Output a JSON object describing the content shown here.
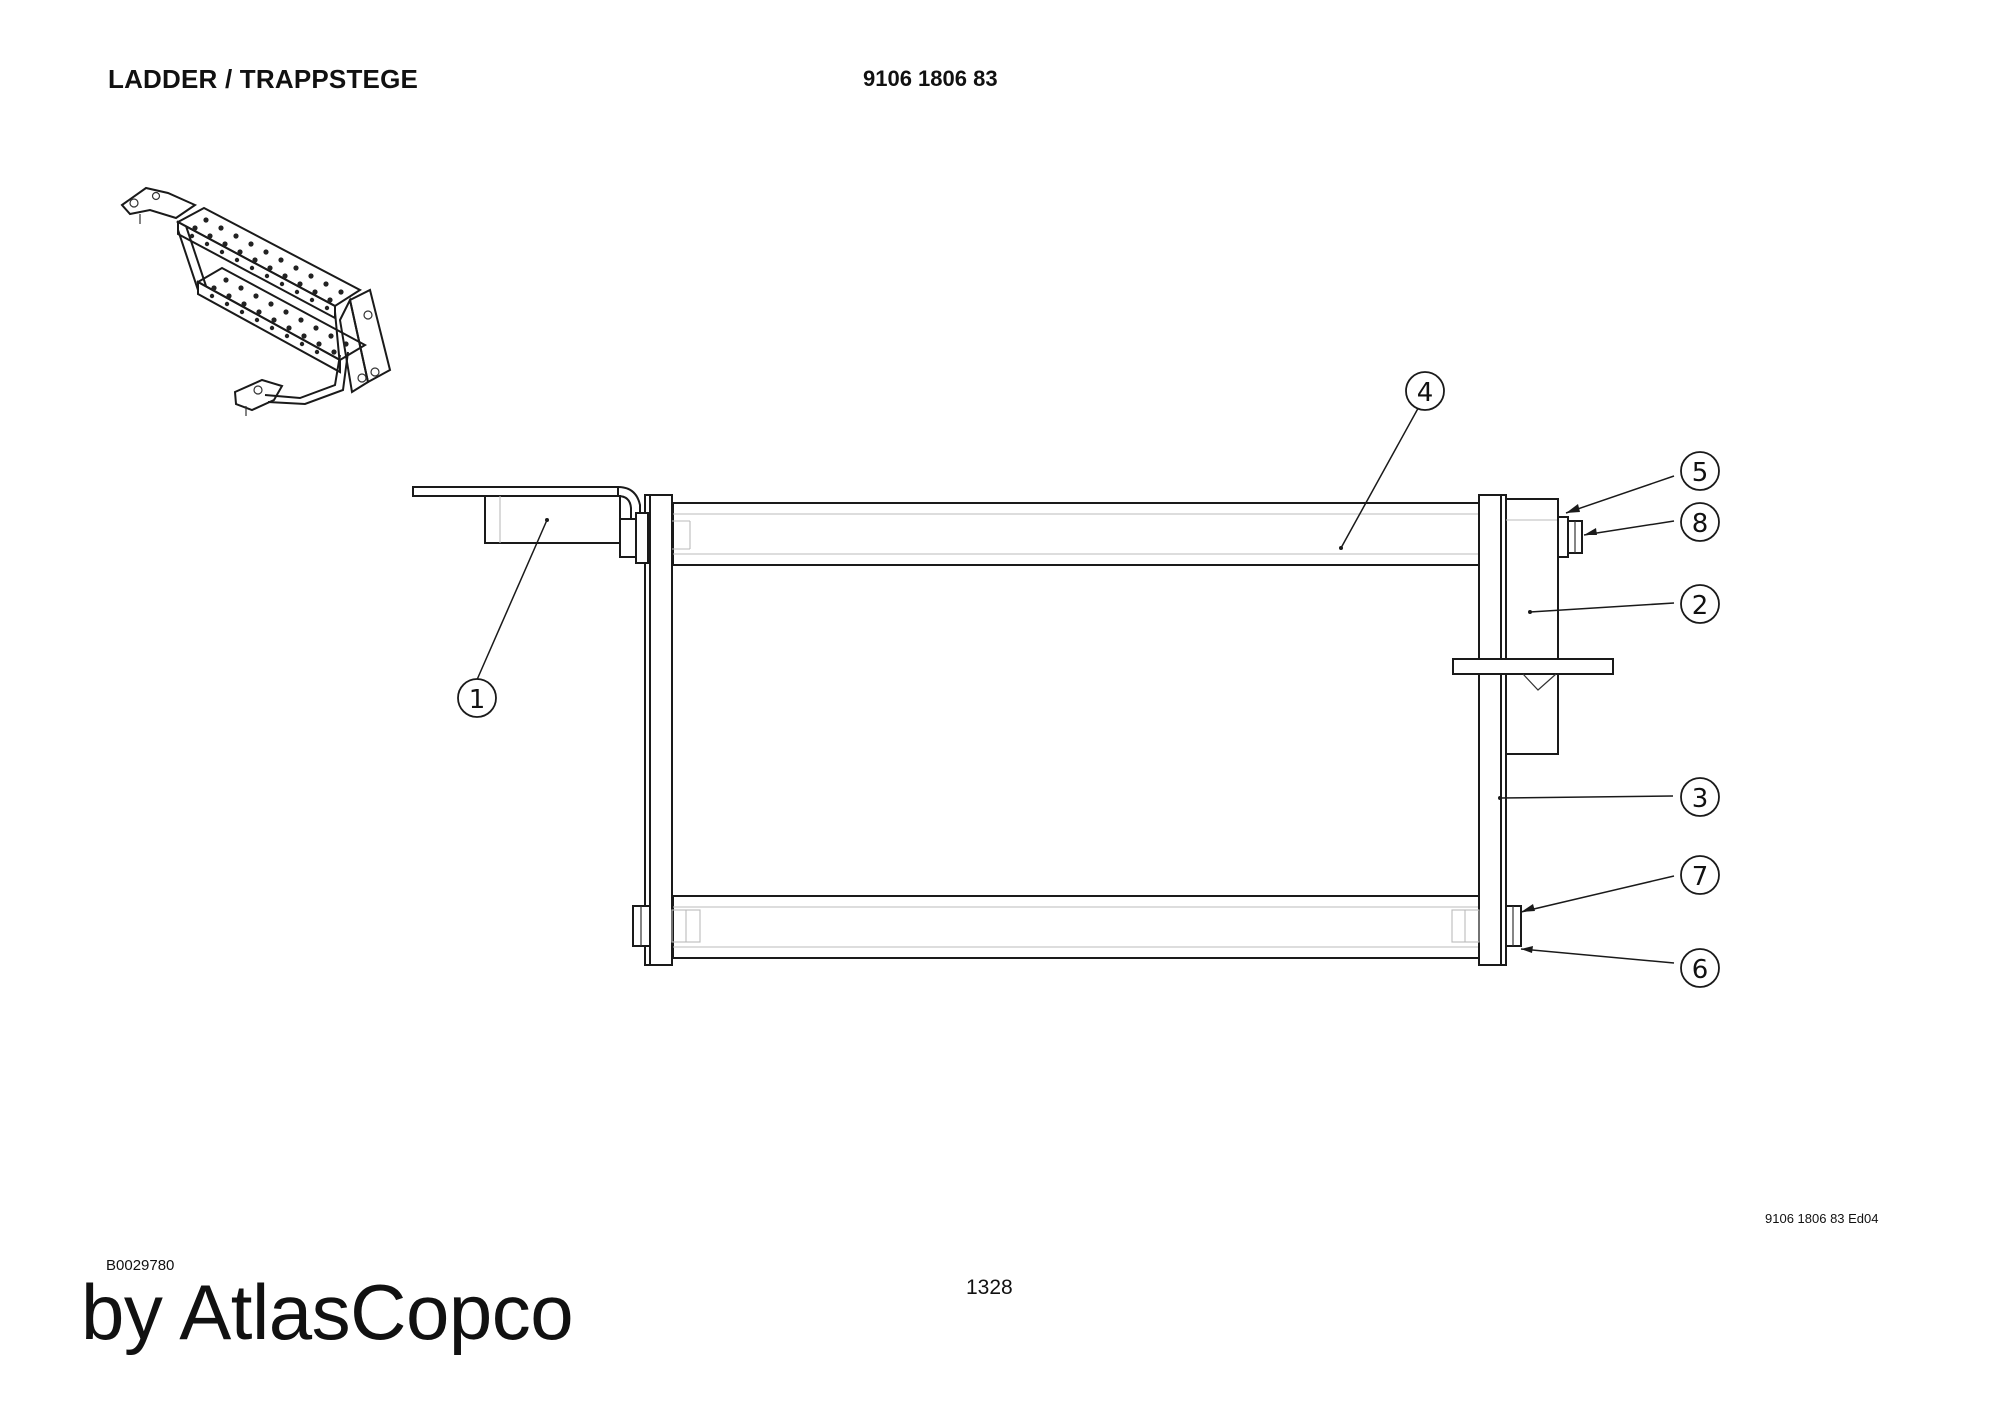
{
  "header": {
    "title": "LADDER / TRAPPSTEGE",
    "part_number": "9106 1806 83"
  },
  "footer": {
    "edition": "9106 1806 83 Ed04",
    "doc_id": "B0029780",
    "page_number": "1328",
    "brand": "by AtlasCopco"
  },
  "callouts": [
    "1",
    "2",
    "3",
    "4",
    "5",
    "6",
    "7",
    "8"
  ]
}
